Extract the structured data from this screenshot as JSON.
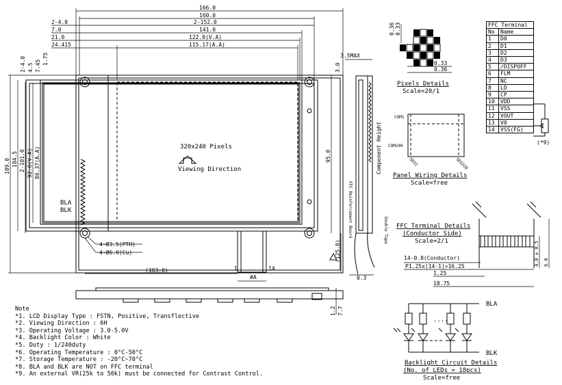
{
  "overall_dims": {
    "w_166": "166.0",
    "w_160": "160.0",
    "w_2_152": "2-152.0",
    "w_141": "141.0",
    "w_122": "122.0(V.A)",
    "w_115": "115.17(A.A)",
    "l_2_4": "2-4.0",
    "l_7": "7.0",
    "l_21": "21.0",
    "l_24": "24.415",
    "h_109": "109.0",
    "h_104": "104.5",
    "h_2_101": "2-101.0",
    "h_92": "92.0(V.A)",
    "h_86": "86.37(A.A)",
    "t_2_4": "2-4.0",
    "t_4_5": "4.5",
    "t_7_45": "7.45",
    "t_1_75": "1.75",
    "d_103": "(103.0)",
    "d_95": "95.0",
    "d_125": "(125.0)",
    "d_3": "3.0",
    "d_3_5max": "3.5MAX",
    "d_0_3": "0.3",
    "d_1_2": "1.2",
    "d_7_7": "7.7",
    "mark_A": "#A",
    "pin1": "1",
    "pin14": "14"
  },
  "labels": {
    "resolution": "320x240 Pixels",
    "viewing": "Viewing Direction",
    "bla": "BLA",
    "blk": "BLK",
    "hole1": "4-Ø3.5(PTH)",
    "hole2": "4-Ø6.0(Cu)",
    "component_height": "Component Height",
    "ffc_reinforcement": "FFC Reinforcement Board",
    "double_tape": "Double Tape"
  },
  "pixels_detail": {
    "title": "Pixels Details",
    "scale": "Scale=20/1",
    "d1": "0.36",
    "d2": "0.33",
    "d3": "0.33",
    "d4": "0.36"
  },
  "panel_wiring": {
    "title": "Panel Wiring Details",
    "scale": "Scale=free",
    "com1": "COM1",
    "com240": "COM240",
    "seg1": "SEG1",
    "seg320": "SEG320"
  },
  "ffc_detail": {
    "title": "FFC Terminal Details",
    "side": "(Conductor Side)",
    "scale": "Scale=2/1",
    "conductor": "14-0.8(Conductor)",
    "pitch": "P1.25x(14-1)=16.25",
    "d1": "1.25",
    "d2": "18.75",
    "d3": "4.0 ± 0.5",
    "d4": "6.0"
  },
  "backlight": {
    "title": "Backlight Circuit Details",
    "leds": "(No. of LEDs = 18pcs)",
    "scale": "Scale=free",
    "bla": "BLA",
    "blk": "BLK"
  },
  "ffc_table": {
    "title": "FFC Terminal",
    "headers": [
      "No",
      "Name"
    ],
    "rows": [
      {
        "no": "1",
        "name": "D0"
      },
      {
        "no": "2",
        "name": "D1"
      },
      {
        "no": "3",
        "name": "D2"
      },
      {
        "no": "4",
        "name": "D3"
      },
      {
        "no": "5",
        "name": "/DISPOFF"
      },
      {
        "no": "6",
        "name": "FLM"
      },
      {
        "no": "7",
        "name": "NC"
      },
      {
        "no": "8",
        "name": "LD"
      },
      {
        "no": "9",
        "name": "CP"
      },
      {
        "no": "10",
        "name": "VDD"
      },
      {
        "no": "11",
        "name": "VSS"
      },
      {
        "no": "12",
        "name": "VOUT"
      },
      {
        "no": "13",
        "name": "V0"
      },
      {
        "no": "14",
        "name": "VSS(FG)"
      }
    ],
    "vr_note": "(*9)"
  },
  "notes": {
    "title": "Note",
    "items": [
      "*1. LCD Display Type : FSTN, Positive, Transflective",
      "*2. Viewing Direction : 6H",
      "*3. Operating Voltage : 3.0-5.0V",
      "*4. Backlight Color : White",
      "*5. Duty : 1/240duty",
      "*6. Operating Temperature : 0°C-50°C",
      "*7. Storage Temperature : -20°C~70°C",
      "*8. BLA and BLK are NOT on FFC terminal",
      "*9. An external VR(25k to 50k) must be connected for Contrast Control."
    ]
  }
}
